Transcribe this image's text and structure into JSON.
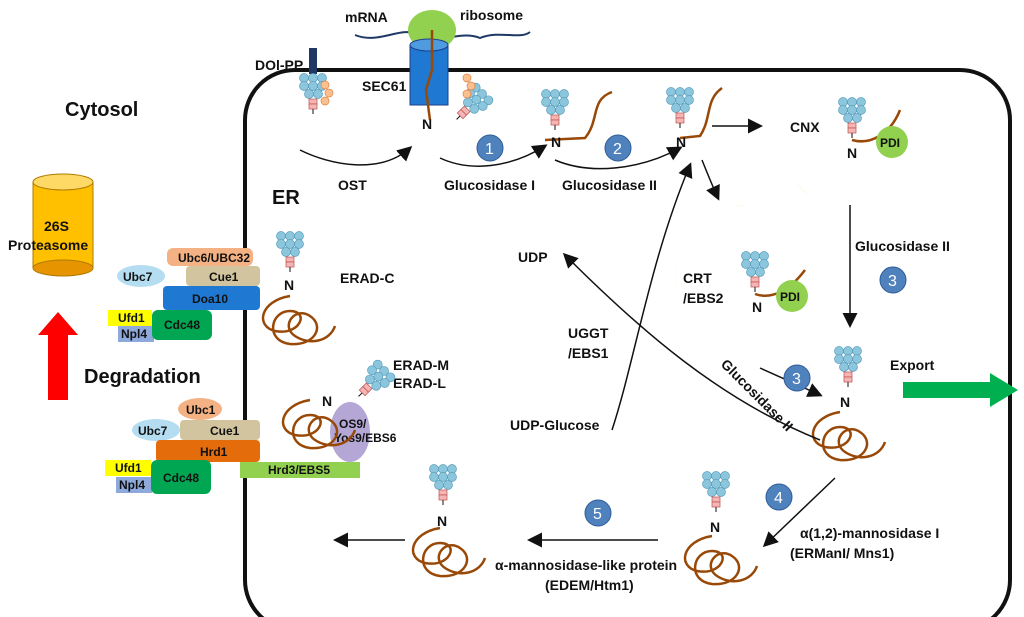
{
  "labels": {
    "mrna": "mRNA",
    "ribosome": "ribosome",
    "dol_pp": "DOl-PP",
    "sec61": "SEC61",
    "cytosol": "Cytosol",
    "er": "ER",
    "ost": "OST",
    "glucosidase_1": "Glucosidase I",
    "glucosidase_2": "Glucosidase II",
    "cnx": "CNX",
    "pdi": "PDI",
    "crt_a": "CRT",
    "crt_b": "/EBS2",
    "glucosidase_2_right": "Glucosidase II",
    "glucosidase_2_diag": "Glucosidase II",
    "udp": "UDP",
    "uggt_a": "UGGT",
    "uggt_b": "/EBS1",
    "udp_glucose": "UDP-Glucose",
    "export": "Export",
    "mannosidase_a": "α(1,2)-mannosidase I",
    "mannosidase_b": "(ERManI/ Mns1)",
    "edem_a": "α-mannosidase-like protein",
    "edem_b": "(EDEM/Htm1)",
    "erad_c": "ERAD-C",
    "erad_m": "ERAD-M",
    "erad_l": "ERAD-L",
    "proteasome_a": "26S",
    "proteasome_b": "Proteasome",
    "degradation": "Degradation",
    "n": "N"
  },
  "complex_top": {
    "ubc6": "Ubc6/UBC32",
    "ubc7": "Ubc7",
    "cue1": "Cue1",
    "doa10": "Doa10",
    "ufd1": "Ufd1",
    "npl4": "Npl4",
    "cdc48": "Cdc48"
  },
  "complex_bottom": {
    "ubc1": "Ubc1",
    "ubc7": "Ubc7",
    "cue1": "Cue1",
    "hrd1": "Hrd1",
    "ufd1": "Ufd1",
    "npl4": "Npl4",
    "cdc48": "Cdc48",
    "hrd3": "Hrd3/EBS5",
    "os9_a": "OS9/",
    "os9_b": "Yos9/EBS6"
  },
  "steps": [
    "1",
    "2",
    "3",
    "3",
    "4",
    "5"
  ],
  "colors": {
    "lectin": "#FFC000",
    "pdi": "#92D050",
    "glucose": "#8CC6DD",
    "mannose": "#F4B6B4",
    "protein": "#984807",
    "step_circle": "#4F81BD",
    "export": "#00B050",
    "degradation": "#FF0000"
  }
}
